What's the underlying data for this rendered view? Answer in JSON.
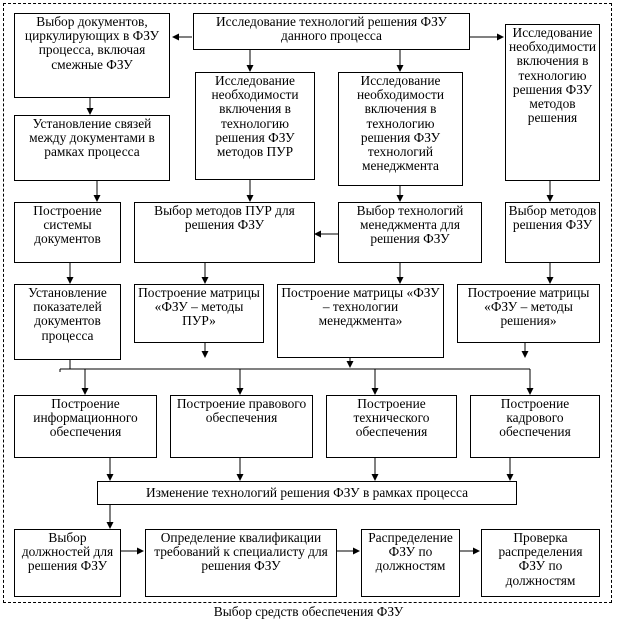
{
  "diagram": {
    "boxes": {
      "top_research": "Исследование технологий решения ФЗУ данного процесса",
      "select_documents": "Выбор документов, циркулирующих в ФЗУ процесса, включая смежные ФЗУ",
      "research_pur": "Исследование необходимости включения в технологию решения ФЗУ методов ПУР",
      "research_management": "Исследование необходимости включения в технологию решения ФЗУ технологий менеджмента",
      "research_methods": "Исследование необходимости включения в технологию решения ФЗУ методов решения",
      "document_links": "Установление связей между документами в рамках процесса",
      "document_system": "Построение системы документов",
      "select_pur": "Выбор методов ПУР для решения ФЗУ",
      "select_management": "Выбор технологий менеджмента для решения ФЗУ",
      "select_methods": "Выбор методов решения ФЗУ",
      "document_indicators": "Установление показателей документов процесса",
      "matrix_pur": "Построение матрицы «ФЗУ – методы ПУР»",
      "matrix_management": "Построение матрицы «ФЗУ – технологии менеджмента»",
      "matrix_methods": "Построение матрицы «ФЗУ – методы решения»",
      "info_support": "Построение информационного обеспечения",
      "legal_support": "Построение правового обеспечения",
      "technical_support": "Построение технического обеспечения",
      "staff_support": "Построение кадрового обеспечения",
      "change_technologies": "Изменение технологий решения ФЗУ в рамках процесса",
      "select_positions": "Выбор должностей для решения ФЗУ",
      "qualification_requirements": "Определение квалификации требований к специалисту для решения ФЗУ",
      "distribution": "Распределение ФЗУ по должностям",
      "check_distribution": "Проверка распределения ФЗУ по должностям"
    },
    "caption": "Выбор средств обеспечения ФЗУ"
  }
}
